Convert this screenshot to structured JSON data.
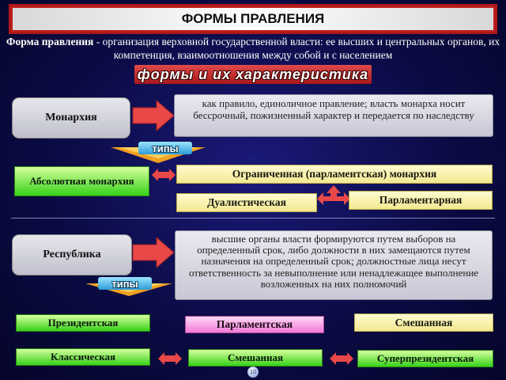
{
  "title": "ФОРМЫ ПРАВЛЕНИЯ",
  "definition": {
    "term": "Форма правления",
    "text": " - организация верховной государственной власти: ее высших и центральных органов, их компетенция, взаимоотношения между собой и с населением"
  },
  "banner": "формы и их характеристика",
  "monarchy": {
    "label": "Монархия",
    "description": "как правило, единоличное правление; власть монарха носит бессрочный, пожизненный характер и передается по наследству",
    "types_label": "типы",
    "absolute": "Абсолютная монархия",
    "limited": "Ограниченная (парламентская) монархия",
    "dualistic": "Дуалистическая",
    "parliamentary": "Парламентарная"
  },
  "republic": {
    "label": "Республика",
    "description": "высшие органы власти формируются путем выборов на определенный срок, либо должности в них замещаются путем назначения на определенный срок; должностные лица несут ответственность за невыполнение или ненадлежащее выполнение возложенных на них полномочий",
    "types_label": "типы",
    "presidential": "Президентская",
    "parliamentary": "Парламентская",
    "mixed": "Смешанная",
    "classic": "Классическая",
    "mixed2": "Смешанная",
    "superpresidential": "Суперпрезидентская"
  },
  "page_number": "10",
  "colors": {
    "title_border": "#c02020",
    "banner": "#c02a2a",
    "green": "#37d21a",
    "yellow": "#f2e890",
    "pink": "#f07ad6",
    "arrow": "#e84848"
  }
}
